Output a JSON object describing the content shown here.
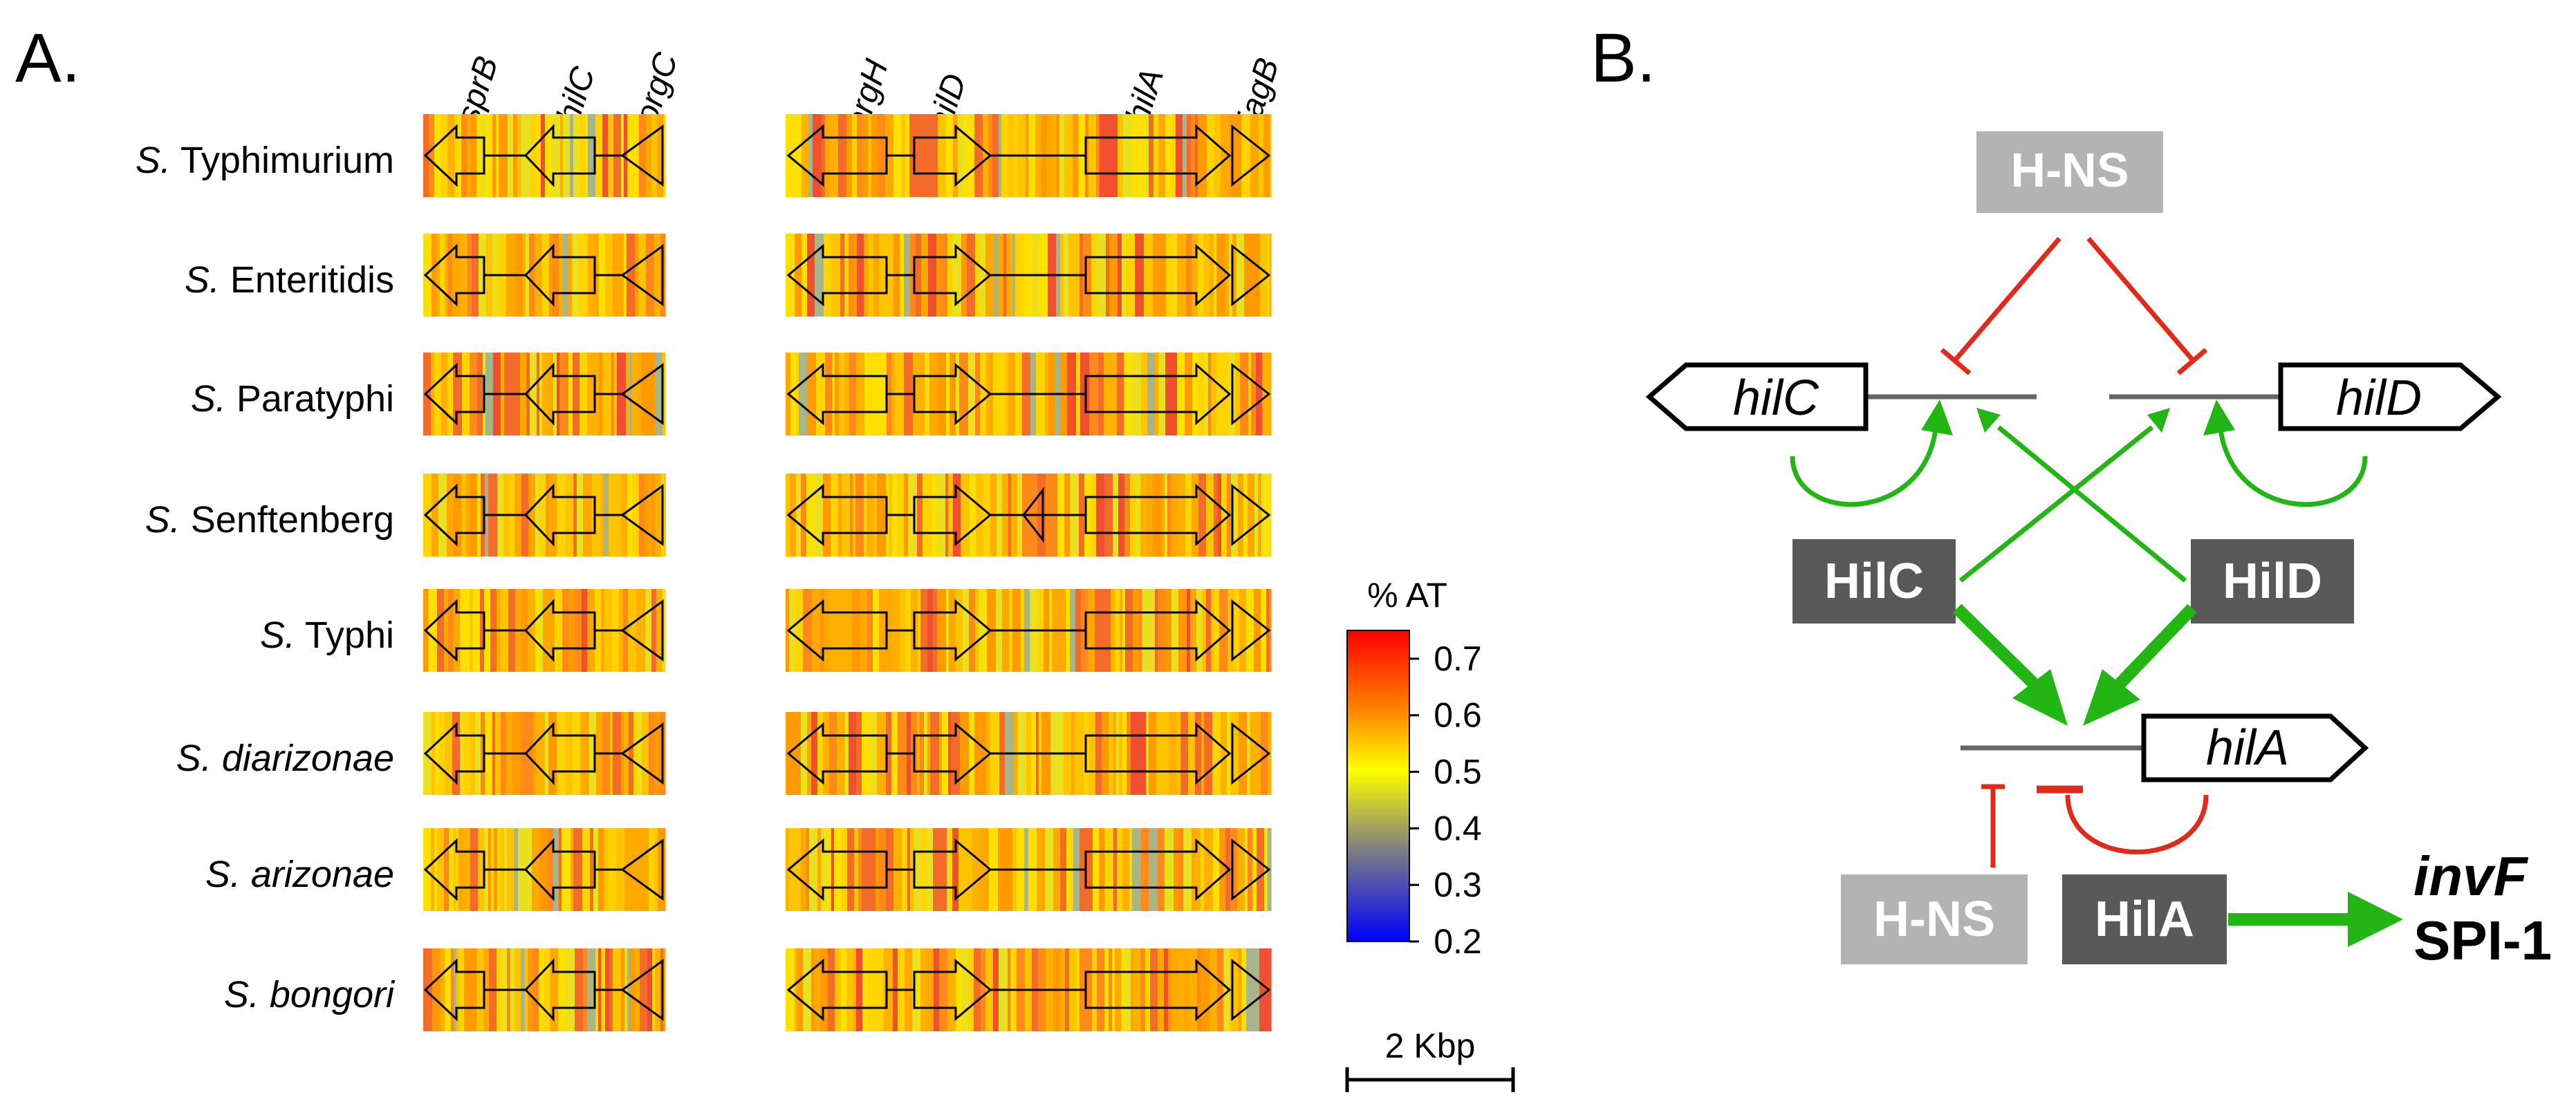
{
  "panels": {
    "a": {
      "label": "A.",
      "genes_left": [
        "sprB",
        "hilC",
        "orgC"
      ],
      "genes_right": [
        "prgH",
        "hilD",
        "hilA",
        "iagB"
      ],
      "strains": [
        {
          "italic": "S.",
          "rest": " Typhimurium"
        },
        {
          "italic": "S.",
          "rest": " Enteritidis"
        },
        {
          "italic": "S.",
          "rest": " Paratyphi"
        },
        {
          "italic": "S.",
          "rest": " Senftenberg"
        },
        {
          "italic": "S.",
          "rest": " Typhi"
        },
        {
          "italic": "S. diarizonae",
          "rest": ""
        },
        {
          "italic": "S. arizonae",
          "rest": ""
        },
        {
          "italic": "S. bongori",
          "rest": ""
        }
      ],
      "colorbar": {
        "title": "% AT",
        "ticks": [
          "0.7",
          "0.6",
          "0.5",
          "0.4",
          "0.3",
          "0.2"
        ],
        "colors": [
          "#ff0000",
          "#ff8000",
          "#ffff00",
          "#808080",
          "#0000ff"
        ]
      },
      "scale_label": "2 Kbp"
    },
    "b": {
      "label": "B.",
      "hns_top": "H-NS",
      "hilC_gene": "hilC",
      "hilD_gene": "hilD",
      "hilA_gene": "hilA",
      "HilC_protein": "HilC",
      "HilD_protein": "HilD",
      "hns_bottom": "H-NS",
      "HilA_protein": "HilA",
      "target_gene": "invF",
      "target_island": "SPI-1",
      "colors": {
        "activation": "#22b514",
        "repression": "#e02a1a",
        "hns_box": "#b3b3b3",
        "protein_box": "#595959"
      }
    }
  }
}
